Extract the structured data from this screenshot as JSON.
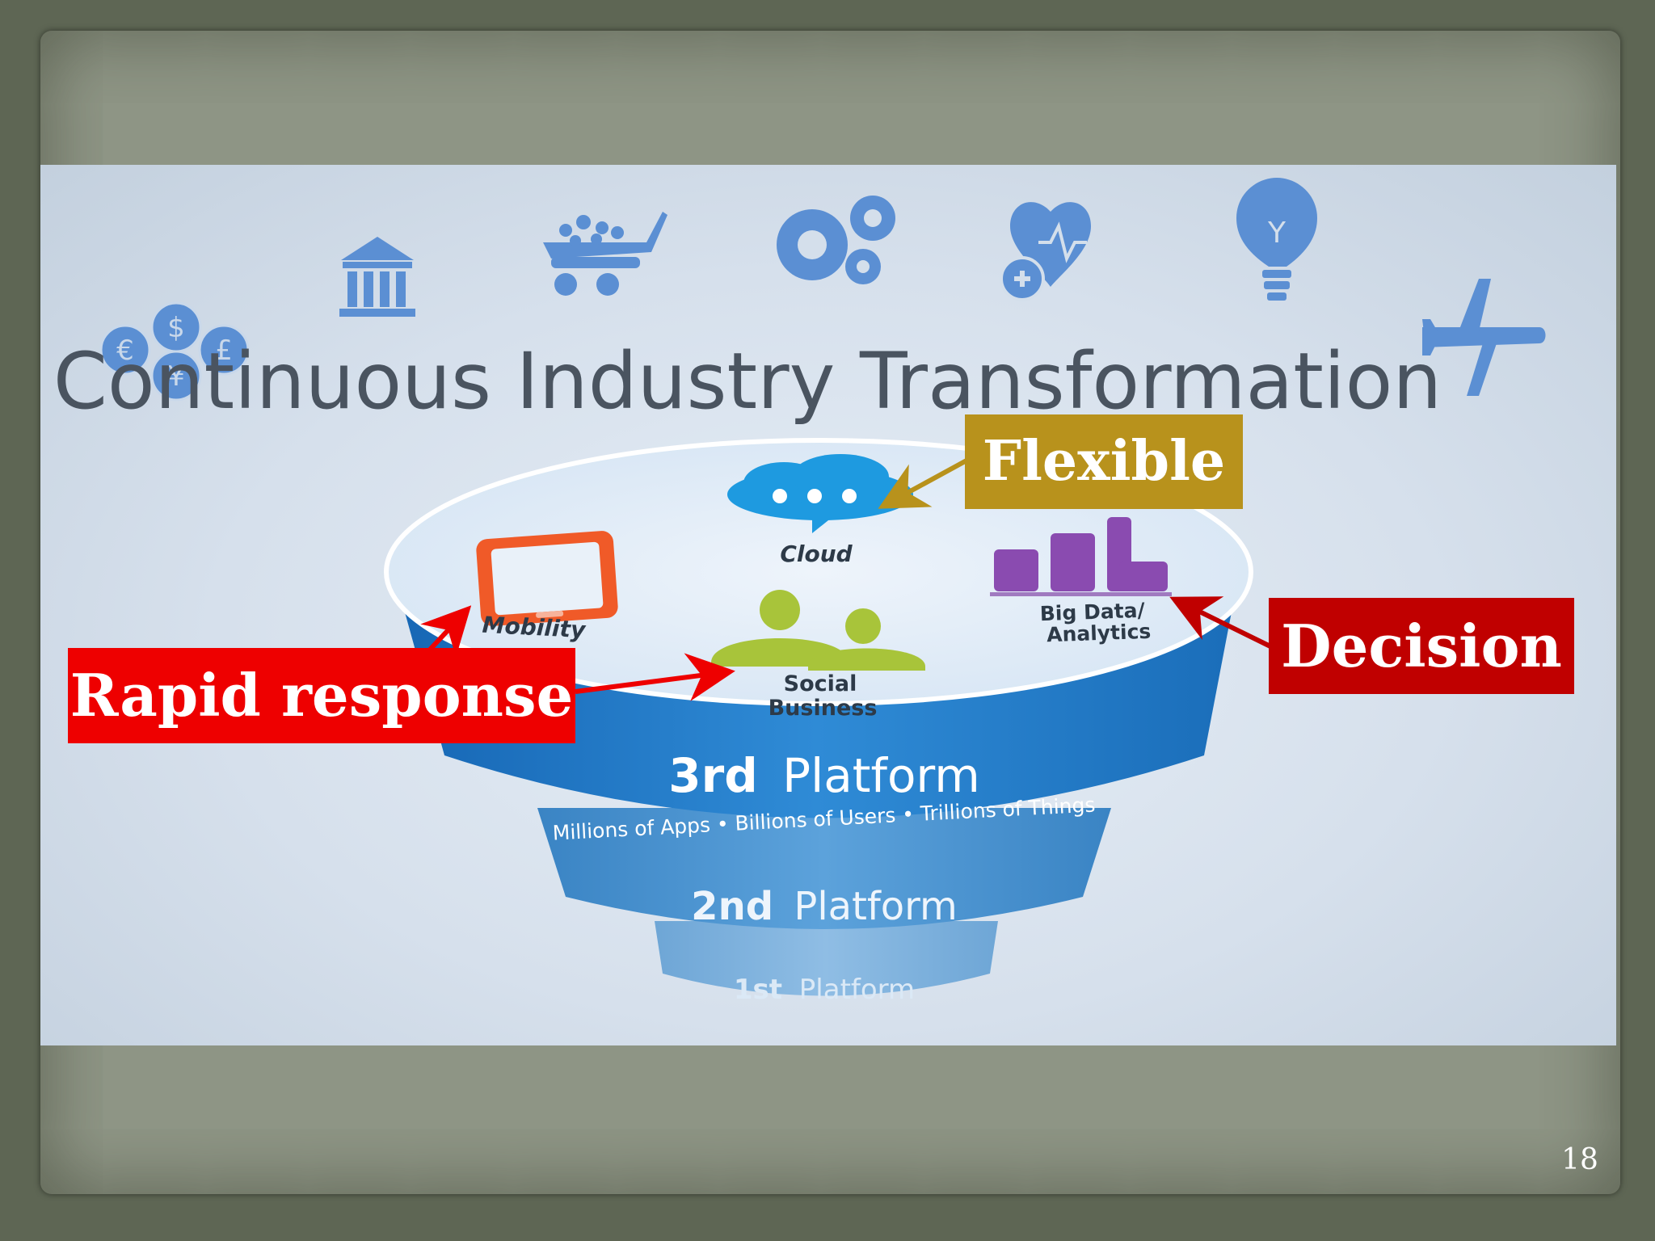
{
  "title": "Continuous Industry Transformation",
  "platforms": {
    "third": {
      "ordinal": "3rd",
      "label": "Platform",
      "tagline": "Millions of Apps • Billions of Users • Trillions of Things"
    },
    "second": {
      "ordinal": "2nd",
      "label": "Platform"
    },
    "first": {
      "ordinal": "1st",
      "label": "Platform"
    }
  },
  "pillars": {
    "cloud": "Cloud",
    "mobility": "Mobility",
    "social": [
      "Social",
      "Business"
    ],
    "bigdata": [
      "Big Data/",
      "Analytics"
    ]
  },
  "industry_icons": [
    "currency-icon",
    "bank-icon",
    "shopping-cart-icon",
    "gears-icon",
    "health-icon",
    "lightbulb-icon",
    "airplane-icon"
  ],
  "callouts": {
    "flexible": "Flexible",
    "decision": "Decision",
    "rapid_response": "Rapid response"
  },
  "colors": {
    "flexible": "#b8921c",
    "decision": "#c00000",
    "rapid_response": "#ee0000",
    "platform_blue": "#1b6fbe",
    "cloud": "#1e9ae0",
    "mobility": "#f05a28",
    "social": "#a8c43a",
    "bigdata": "#8a4bb0"
  },
  "page_number": "18"
}
